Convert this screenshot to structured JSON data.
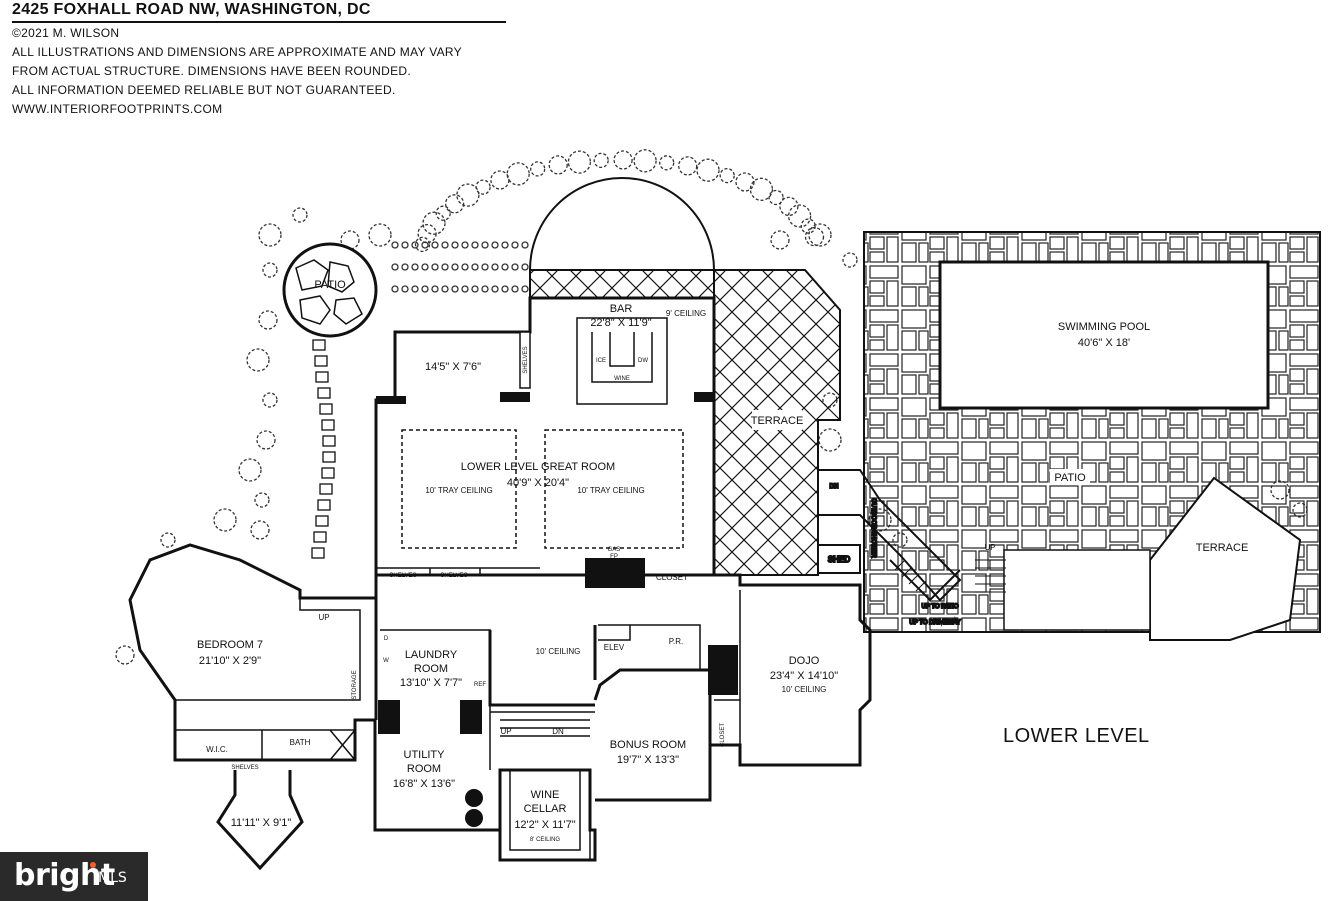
{
  "header": {
    "title": "2425 FOXHALL ROAD NW, WASHINGTON, DC",
    "lines": [
      "©2021 M. WILSON",
      "ALL ILLUSTRATIONS AND DIMENSIONS ARE APPROXIMATE AND MAY VARY",
      "FROM ACTUAL STRUCTURE. DIMENSIONS HAVE BEEN ROUNDED.",
      "ALL INFORMATION DEEMED RELIABLE BUT NOT GUARANTEED.",
      "WWW.INTERIORFOOTPRINTS.COM"
    ]
  },
  "level": "LOWER LEVEL",
  "rooms": {
    "patio_round": "PATIO",
    "bar": "BAR",
    "bar_dim": "22'8\" X 11'9\"",
    "bar_ceiling": "9' CEILING",
    "ice": "ICE",
    "dw": "DW",
    "wine_small": "WINE",
    "nook_dim": "14'5\" X 7'6\"",
    "shelves_v": "SHELVES",
    "great": "LOWER LEVEL GREAT ROOM",
    "great_dim": "40'9\" X 20'4\"",
    "tray1": "10' TRAY CEILING",
    "tray2": "10' TRAY CEILING",
    "gas_fp": "GAS",
    "fp": "FP",
    "closet1": "CLOSET",
    "shelves1": "SHELVES",
    "shelves2": "SHELVES",
    "terrace1": "TERRACE",
    "pool": "SWIMMING POOL",
    "pool_dim": "40'6\" X 18'",
    "patio": "PATIO",
    "terrace2": "TERRACE",
    "shed": "SHED",
    "outdoor_shower": "OUTDOOR SHOWER",
    "up_to_patio": "UP TO PATIO",
    "up_to_driveway": "UP TO DRIVEWAY",
    "dn1": "DN",
    "up1": "UP",
    "up2": "UP",
    "bedroom7": "BEDROOM 7",
    "bedroom7_dim": "21'10\" X 2'9\"",
    "storage": "STORAGE",
    "laundry": "LAUNDRY",
    "laundry2": "ROOM",
    "laundry_dim": "13'10\" X 7'7\"",
    "ref": "REF",
    "d": "D",
    "w": "W",
    "ceiling10": "10' CEILING",
    "elev": "ELEV",
    "pr": "P.R.",
    "dojo": "DOJO",
    "dojo_dim": "23'4\" X 14'10\"",
    "dojo_ceiling": "10' CEILING",
    "wic": "W.I.C.",
    "bath": "BATH",
    "shelves3": "SHELVES",
    "utility": "UTILITY",
    "utility2": "ROOM",
    "utility_dim": "16'8\" X 13'6\"",
    "up3": "UP",
    "dn2": "DN",
    "bonus": "BONUS ROOM",
    "bonus_dim": "19'7\" X 13'3\"",
    "closet2": "CLOSET",
    "wine": "WINE",
    "cellar": "CELLAR",
    "wine_dim": "12'2\" X 11'7\"",
    "wine_ceiling": "8' CEILING",
    "small_room_dim": "11'11\" X 9'1\""
  },
  "brand": {
    "name": "bright",
    "suffix": "MLS"
  }
}
